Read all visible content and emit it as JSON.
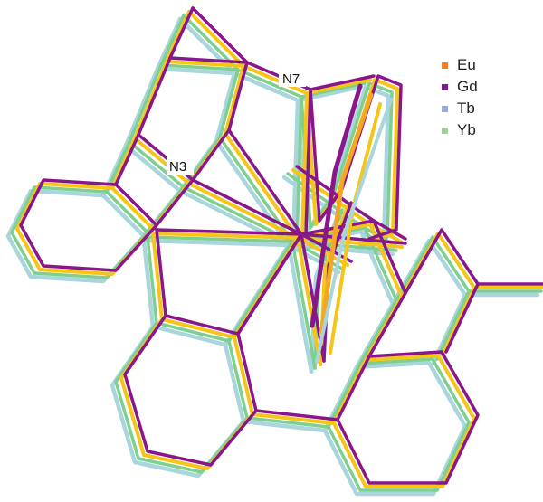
{
  "atom_labels": {
    "n7": "N7",
    "n3": "N3"
  },
  "legend": [
    {
      "label": "Eu",
      "color": "#f07f2a"
    },
    {
      "label": "Gd",
      "color": "#7a1f8c"
    },
    {
      "label": "Tb",
      "color": "#93a9d9"
    },
    {
      "label": "Yb",
      "color": "#9fd09a"
    }
  ],
  "structure_colors": {
    "eu": "#f5a623",
    "gd": "#8a168c",
    "tb": "#a9d6dc",
    "yb": "#7fcf8f"
  }
}
